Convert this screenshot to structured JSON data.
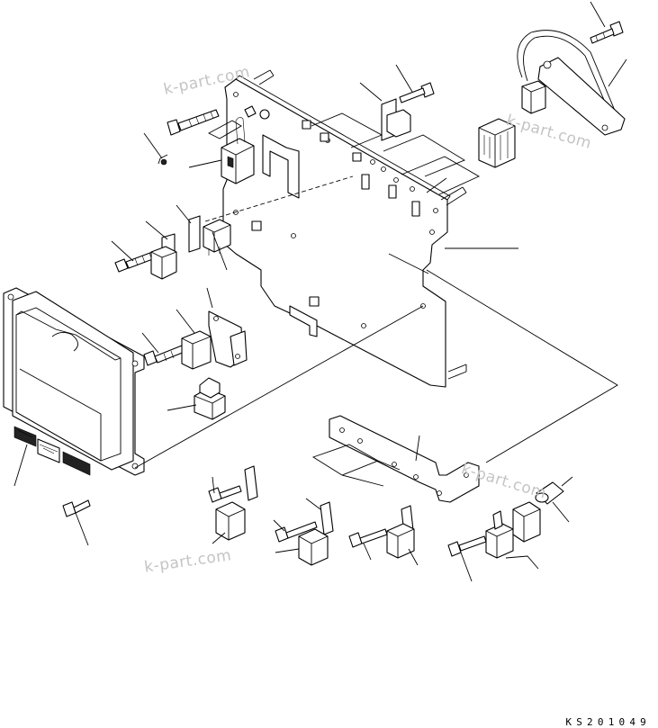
{
  "watermarks": [
    "k-part.com",
    "k-part.com",
    "k-part.com",
    "k-part.com"
  ],
  "drawing_code": "KS201049"
}
